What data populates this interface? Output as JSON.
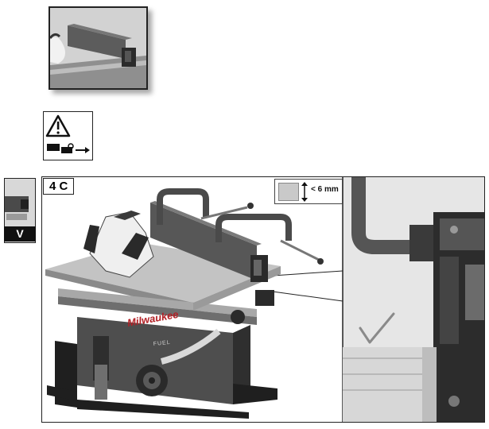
{
  "step_label": "4 C",
  "gauge_label": "< 6 mm",
  "side_badge": "V",
  "brand_logo": "Milwaukee",
  "fuel_logo": "FUEL",
  "icons": {
    "warning": "warning-triangle-icon",
    "check": "checkmark-icon",
    "arrow": "double-arrow-icon"
  },
  "colors": {
    "panel_border": "#222222",
    "brand_red": "#b32025"
  }
}
